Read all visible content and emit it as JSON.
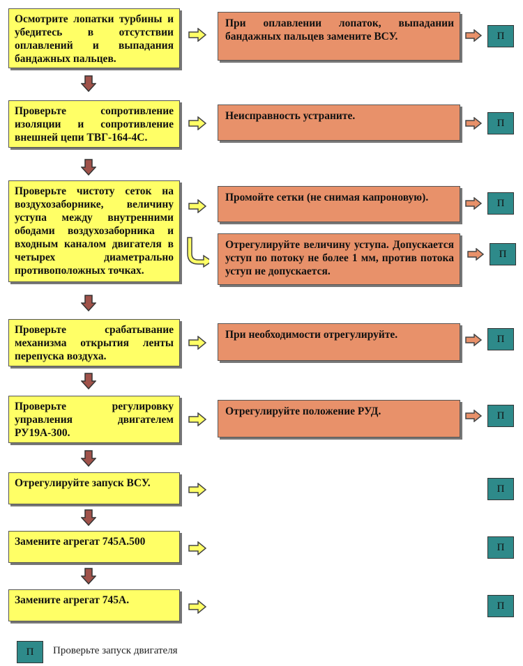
{
  "steps": [
    "Осмотрите лопатки турбины и убедитесь в отсутствии оплавлений и выпадания бандажных пальцев.",
    "Проверьте сопротивление изоляции и сопротивление внешней цепи ТВГ-164-4С.",
    "Проверьте чистоту сеток на воздухозаборнике, величину уступа между внутренними ободами воздухозаборника и входным каналом двигателя в четырех диаметрально противоположных точках.",
    "Проверьте срабатывание механизма открытия ленты перепуска воздуха.",
    "Проверьте регулировку управления двигателем РУ19А-300.",
    "Отрегулируйте запуск ВСУ.",
    "Замените агрегат 745А.500",
    "Замените агрегат 745А."
  ],
  "actions": [
    "При оплавлении лопаток, выпадании бандажных пальцев замените ВСУ.",
    "Неисправность устраните.",
    "Промойте сетки (не снимая капроновую).",
    "Отрегулируйте величину уступа. Допускается уступ по потоку не более 1 мм, против потока уступ не допускается.",
    "При необходимости отрегулируйте.",
    "Отрегулируйте положение РУД."
  ],
  "p_label": "П",
  "legend": {
    "label": "П",
    "text": "Проверьте запуск двигателя"
  },
  "colors": {
    "step_fill": "#ffff66",
    "action_fill": "#e8916a",
    "p_fill": "#2e8a8a",
    "right_arrow_fill": "#ffff66",
    "down_arrow_fill": "#a0524a",
    "small_arrow_fill": "#e8916a"
  }
}
